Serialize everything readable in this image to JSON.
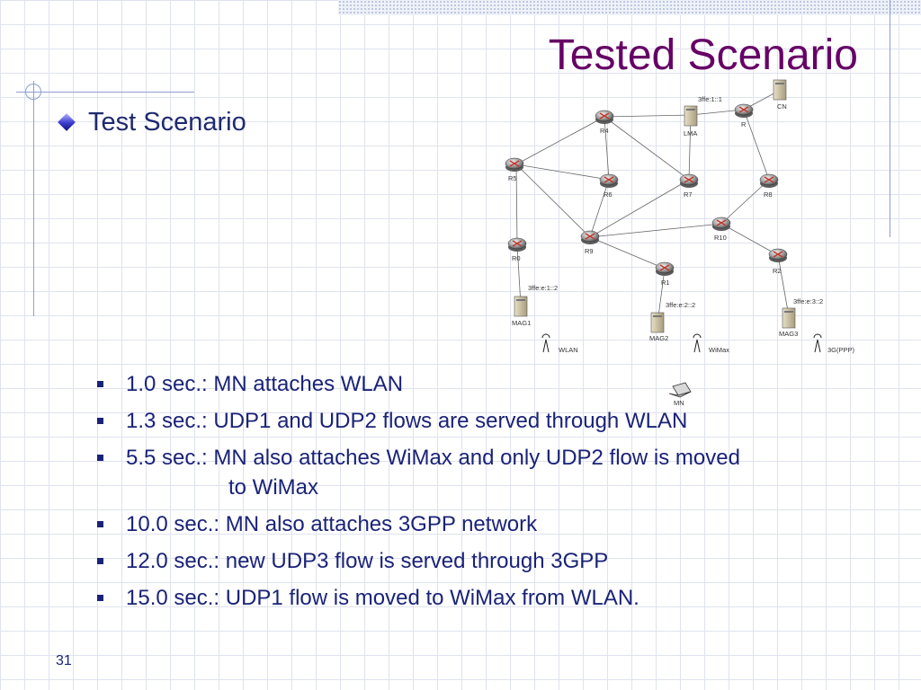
{
  "slide": {
    "title": "Tested Scenario",
    "subheading": "Test Scenario",
    "page_number": "31"
  },
  "diagram": {
    "routers": [
      {
        "label": "R4"
      },
      {
        "label": "R"
      },
      {
        "label": "R5"
      },
      {
        "label": "R6"
      },
      {
        "label": "R7"
      },
      {
        "label": "R8"
      },
      {
        "label": "R10"
      },
      {
        "label": "R9"
      },
      {
        "label": "R0"
      },
      {
        "label": "R1"
      },
      {
        "label": "R2"
      }
    ],
    "servers": [
      {
        "label": "CN"
      },
      {
        "label": "LMA"
      },
      {
        "label": "MAG1"
      },
      {
        "label": "MAG2"
      },
      {
        "label": "MAG3"
      }
    ],
    "addresses": {
      "lma": "3ffe:1::1",
      "mag1": "3ffe:e:1::2",
      "mag2": "3ffe:e:2::2",
      "mag3": "3ffe:e:3::2"
    },
    "access": {
      "wlan": "WLAN",
      "wimax": "WiMax",
      "threeg": "3G(PPP)"
    },
    "mobile_node": "MN"
  },
  "bullets": [
    {
      "text": "1.0 sec.: MN attaches WLAN"
    },
    {
      "text": "1.3 sec.: UDP1 and UDP2 flows are served through WLAN"
    },
    {
      "text": "5.5 sec.: MN also attaches WiMax and only UDP2 flow is moved",
      "text2": "to WiMax"
    },
    {
      "text": "10.0 sec.: MN also attaches 3GPP network"
    },
    {
      "text": "12.0 sec.: new UDP3 flow is served through 3GPP"
    },
    {
      "text": "15.0 sec.: UDP1 flow is moved to WiMax from WLAN."
    }
  ]
}
